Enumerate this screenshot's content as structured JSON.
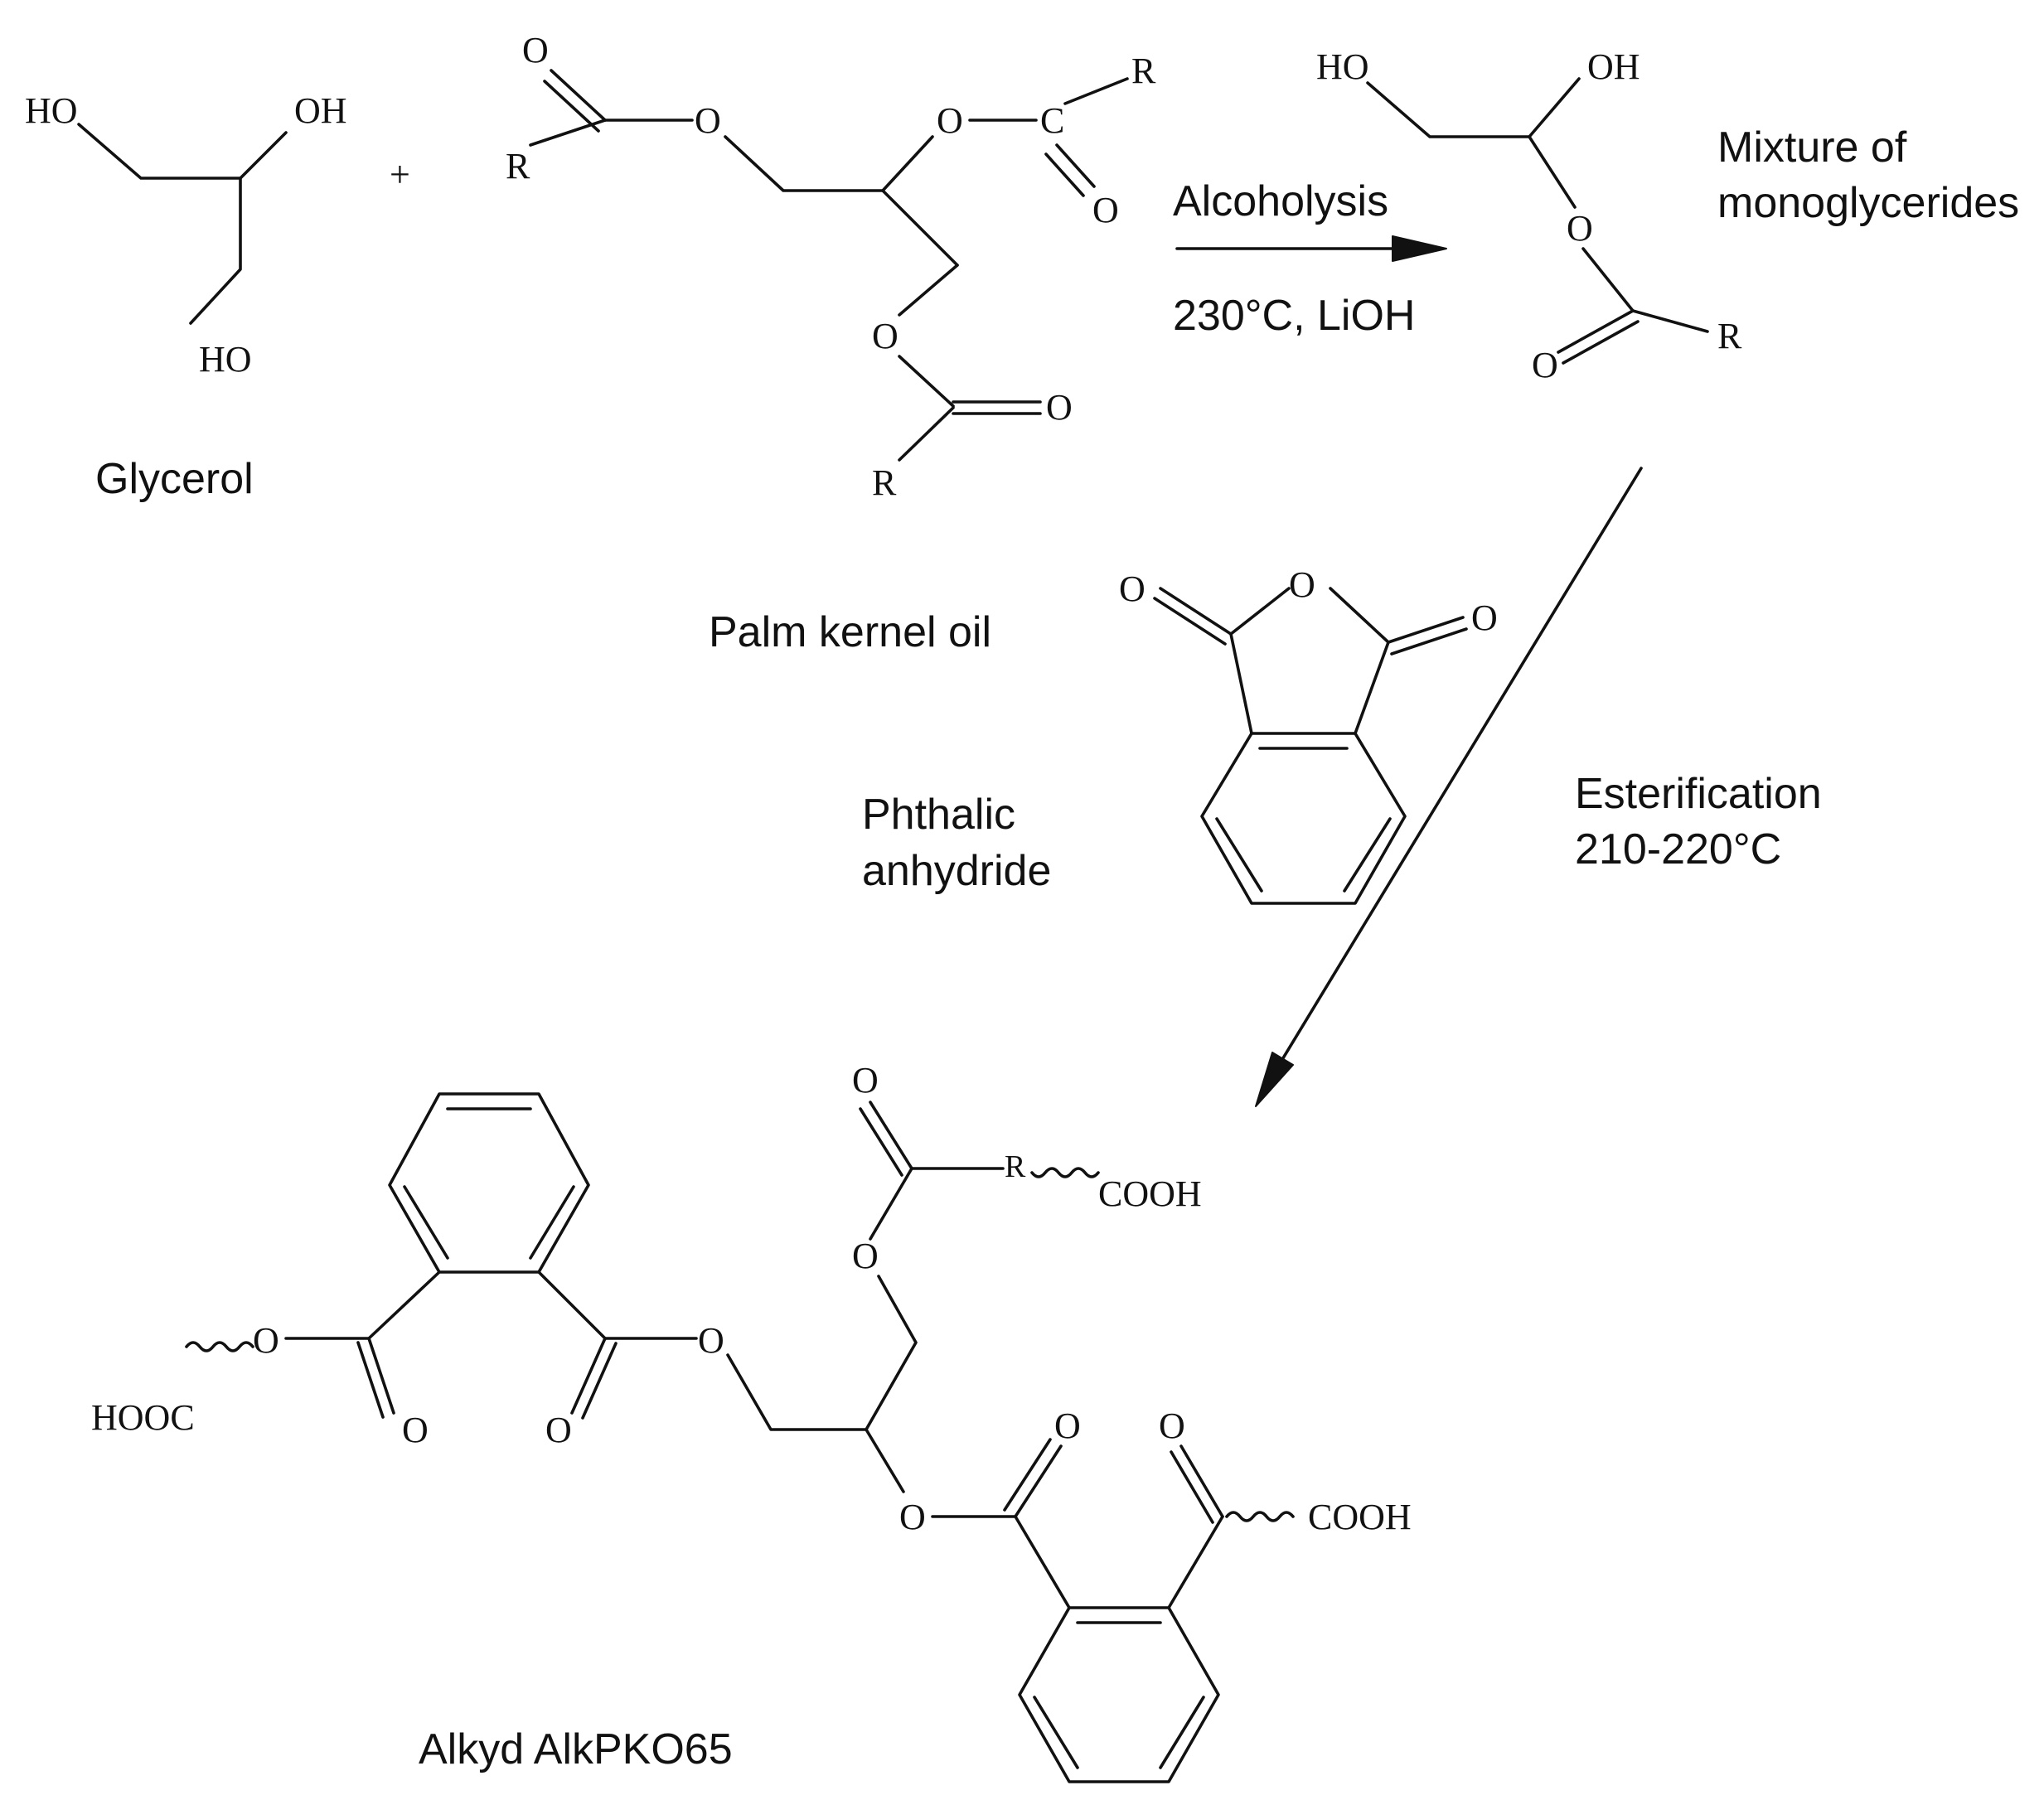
{
  "reaction": {
    "plus": "+",
    "step1": {
      "name": "Alcoholysis",
      "conditions": "230°C, LiOH"
    },
    "step2": {
      "name": "Esterification",
      "conditions": "210-220°C"
    }
  },
  "compounds": {
    "glycerol": "Glycerol",
    "palm_kernel_oil": "Palm kernel oil",
    "monoglycerides": [
      "Mixture of",
      "monoglycerides"
    ],
    "phthalic_anhydride": [
      "Phthalic",
      "anhydride"
    ],
    "alkyd": "Alkyd AlkPKO65"
  },
  "atoms": {
    "ho": "HO",
    "oh": "OH",
    "o": "O",
    "r": "R",
    "c": "C",
    "cooh": "COOH",
    "hooc": "HOOC"
  }
}
